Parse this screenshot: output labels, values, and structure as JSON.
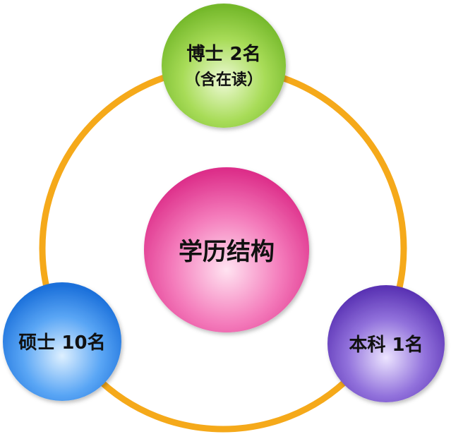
{
  "center": {
    "label": "学历结构",
    "color": "#e8479a"
  },
  "nodes": [
    {
      "id": "doctor",
      "label": "博士  2名",
      "sublabel": "（含在读）",
      "color": "#8ccc34"
    },
    {
      "id": "master",
      "label": "硕士  10名",
      "sublabel": "",
      "color": "#2f86ec"
    },
    {
      "id": "bachelor",
      "label": "本科  1名",
      "sublabel": "",
      "color": "#6c45c4"
    }
  ],
  "ring_color": "#f5a91a"
}
